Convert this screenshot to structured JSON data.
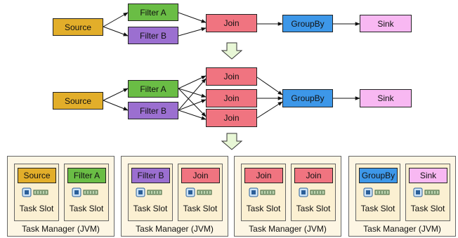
{
  "colors": {
    "source": "#e2ae2a",
    "filter_a": "#6abd45",
    "filter_b": "#9b6fd0",
    "join": "#f07480",
    "groupby": "#3d97e8",
    "sink": "#f8b8f2",
    "task_manager_bg": "#fdf6e4",
    "task_slot_bg": "#fbf0d2",
    "arrow_fill": "#e8f7d6"
  },
  "logical_graph": {
    "source": "Source",
    "filter_a": "Filter A",
    "filter_b": "Filter B",
    "join": "Join",
    "groupby": "GroupBy",
    "sink": "Sink"
  },
  "parallel_graph": {
    "source": "Source",
    "filter_a": "Filter A",
    "filter_b": "Filter B",
    "joins": [
      "Join",
      "Join",
      "Join"
    ],
    "groupby": "GroupBy",
    "sink": "Sink"
  },
  "task_managers": [
    {
      "label": "Task Manager (JVM)",
      "slots": [
        {
          "task": "Source",
          "color": "source",
          "label": "Task Slot"
        },
        {
          "task": "Filter A",
          "color": "filter_a",
          "label": "Task Slot"
        }
      ]
    },
    {
      "label": "Task Manager (JVM)",
      "slots": [
        {
          "task": "Filter B",
          "color": "filter_b",
          "label": "Task Slot"
        },
        {
          "task": "Join",
          "color": "join",
          "label": "Task Slot"
        }
      ]
    },
    {
      "label": "Task Manager (JVM)",
      "slots": [
        {
          "task": "Join",
          "color": "join",
          "label": "Task Slot"
        },
        {
          "task": "Join",
          "color": "join",
          "label": "Task Slot"
        }
      ]
    },
    {
      "label": "Task Manager (JVM)",
      "slots": [
        {
          "task": "GroupBy",
          "color": "groupby",
          "label": "Task Slot"
        },
        {
          "task": "Sink",
          "color": "sink",
          "label": "Task Slot"
        }
      ]
    }
  ],
  "icons": [
    "cpu-icon",
    "memory-icon",
    "down-arrow-icon"
  ]
}
